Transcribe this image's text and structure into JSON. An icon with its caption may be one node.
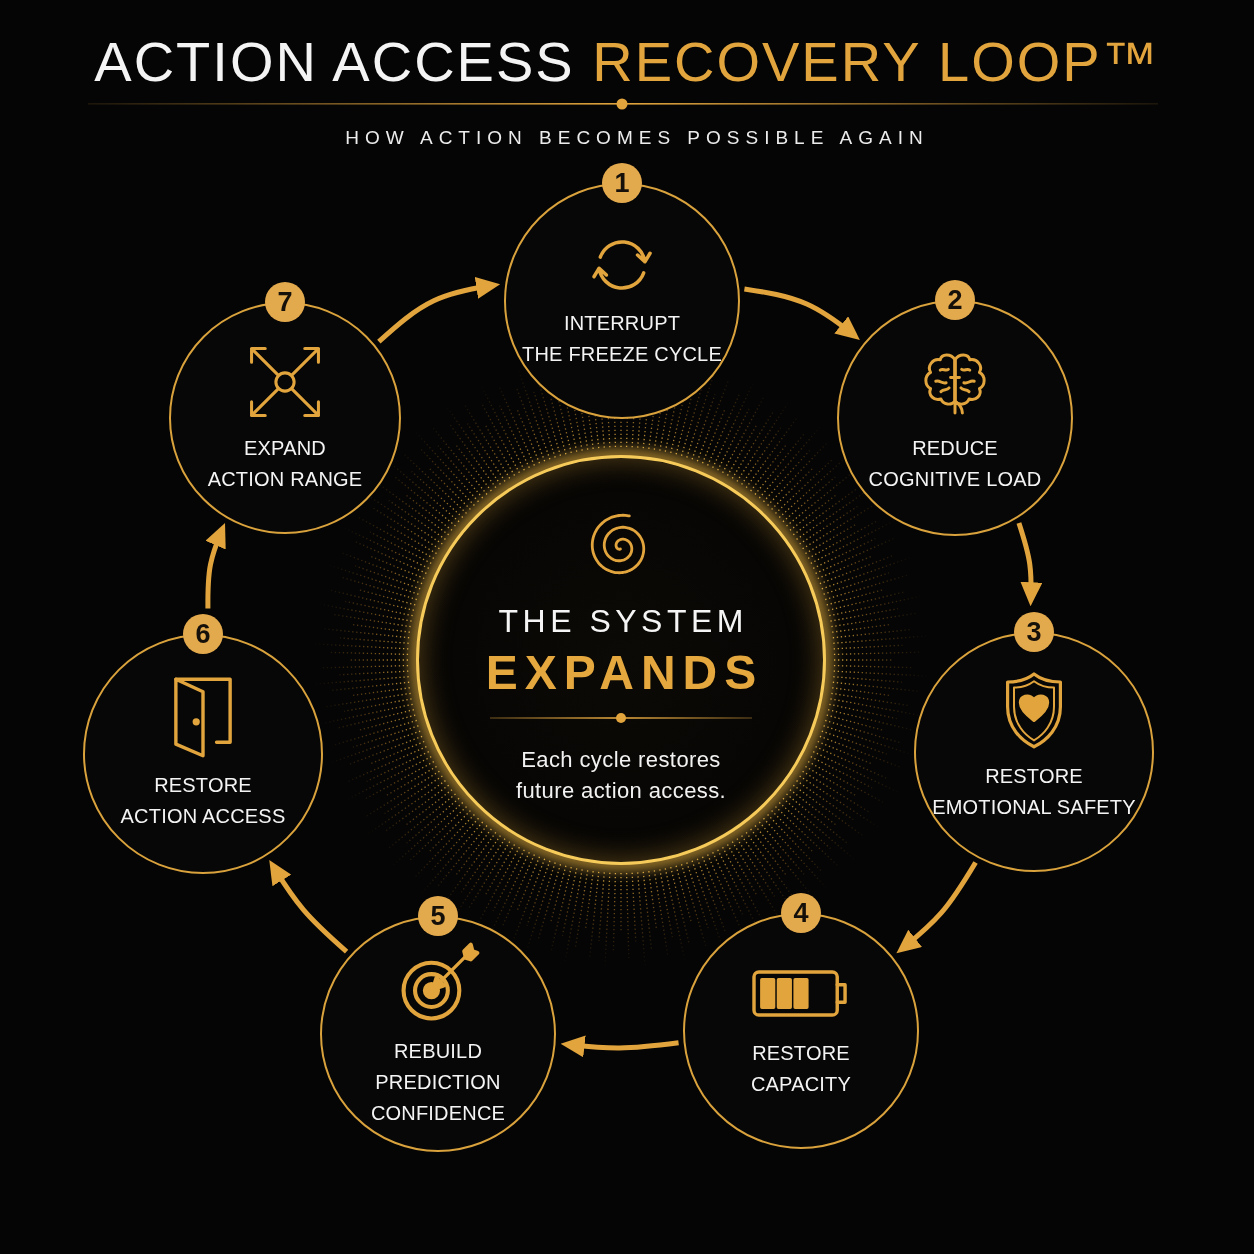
{
  "diagram": {
    "title": "ACTION ACCESS RECOVERY LOOP™",
    "nodes": [
      {
        "text": [
          "1",
          "INTERRUPT THE FREEZE CYCLE"
        ]
      },
      {
        "text": [
          "2",
          "REDUCE COGNITIVE LOAD"
        ]
      },
      {
        "text": [
          "3",
          "RESTORE EMOTIONAL SAFETY"
        ]
      },
      {
        "text": [
          "4",
          "RESTORE CAPACITY"
        ]
      },
      {
        "text": [
          "5",
          "REBUILD PREDICTION CONFIDENCE"
        ]
      },
      {
        "text": [
          "6",
          "RESTORE ACTION ACCESS"
        ]
      },
      {
        "text": [
          "7",
          "EXPAND ACTION RANGE"
        ]
      },
      {
        "text": [
          "THE SYSTEM",
          "EXPANDS",
          "Each cycle restores future action access."
        ]
      }
    ],
    "edges": [
      {
        "from": 0,
        "to": 1,
        "arrow": "to"
      },
      {
        "from": 1,
        "to": 2,
        "arrow": "to"
      },
      {
        "from": 2,
        "to": 3,
        "arrow": "to"
      },
      {
        "from": 3,
        "to": 4,
        "arrow": "to"
      },
      {
        "from": 4,
        "to": 5,
        "arrow": "to"
      },
      {
        "from": 5,
        "to": 6,
        "arrow": "to"
      },
      {
        "from": 6,
        "to": 0,
        "arrow": "to"
      }
    ],
    "labels": [
      "HOW ACTION BECOMES POSSIBLE AGAIN"
    ]
  }
}
